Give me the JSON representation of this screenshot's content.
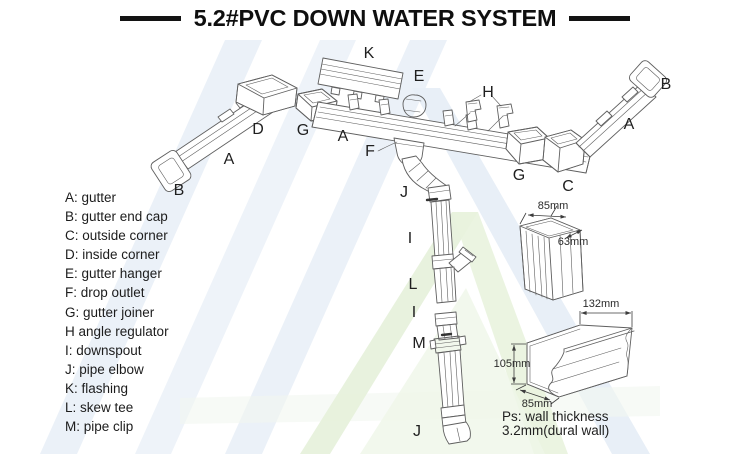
{
  "title": "5.2#PVC DOWN WATER SYSTEM",
  "legend": {
    "items": [
      "A: gutter",
      "B: gutter end cap",
      "C: outside corner",
      "D: inside corner",
      "E: gutter hanger",
      "F: drop outlet",
      "G: gutter joiner",
      "H angle regulator",
      "I: downspout",
      "J: pipe elbow",
      "K: flashing",
      "L: skew tee",
      "M: pipe clip"
    ]
  },
  "diagram": {
    "part_labels": [
      {
        "text": "K"
      },
      {
        "text": "E"
      },
      {
        "text": "H"
      },
      {
        "text": "B"
      },
      {
        "text": "A"
      },
      {
        "text": "D"
      },
      {
        "text": "G"
      },
      {
        "text": "A"
      },
      {
        "text": "F"
      },
      {
        "text": "J"
      },
      {
        "text": "I"
      },
      {
        "text": "L"
      },
      {
        "text": "I"
      },
      {
        "text": "M"
      },
      {
        "text": "J"
      },
      {
        "text": "G"
      },
      {
        "text": "C"
      },
      {
        "text": "A"
      },
      {
        "text": "B"
      }
    ]
  },
  "dimensions": {
    "downspout_section": {
      "width": "85mm",
      "depth": "63mm"
    },
    "gutter_profile": {
      "top_width": "132mm",
      "height": "105mm",
      "bottom_width": "85mm"
    }
  },
  "note": {
    "line1": "Ps: wall thickness",
    "line2": "3.2mm(dural wall)"
  },
  "colors": {
    "line": "#5f5f5f",
    "title": "#111111",
    "watermark_blue": "#e9f0f8",
    "watermark_green": "#e7f2dc",
    "debris_blob": "#7a7a7a"
  }
}
